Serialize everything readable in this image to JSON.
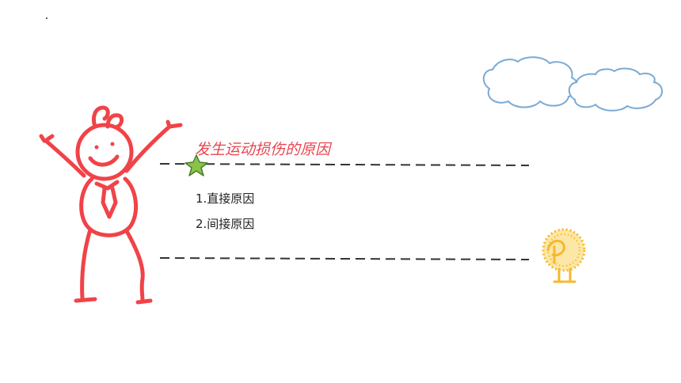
{
  "slide": {
    "title": "发生运动损伤的原因",
    "items": [
      {
        "label": "1.直接原因"
      },
      {
        "label": "2.间接原因"
      }
    ]
  },
  "colors": {
    "accent": "#e8454f",
    "stick_figure": "#f04348",
    "cloud": "#7aaad4",
    "star": "#6aa84f",
    "chick": "#f5b82e",
    "dash": "#333333"
  },
  "icons": [
    "stick-figure-icon",
    "cloud-icon",
    "star-icon",
    "chick-icon"
  ]
}
